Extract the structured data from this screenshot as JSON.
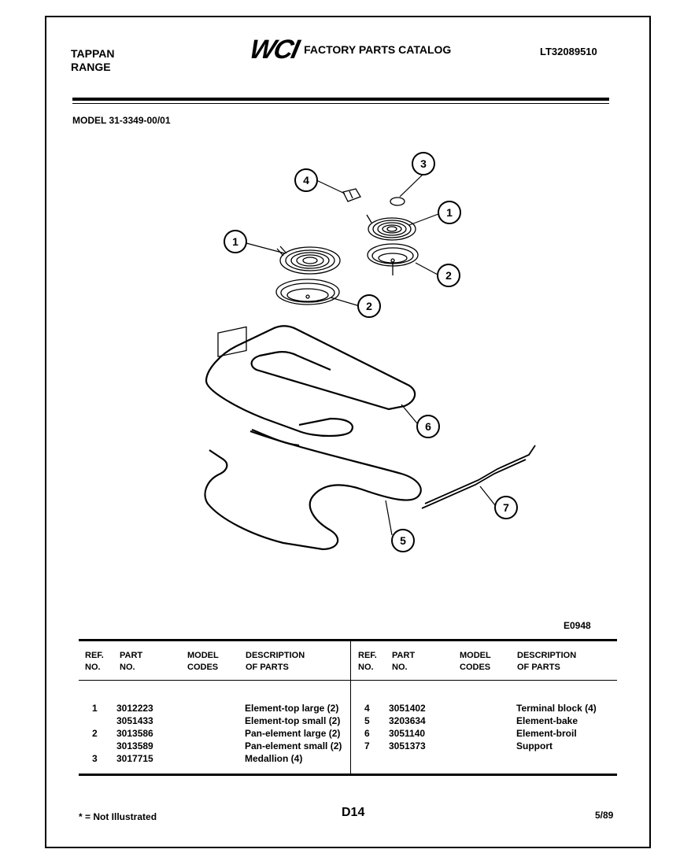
{
  "header": {
    "brand_line1": "TAPPAN",
    "brand_line2": "RANGE",
    "logo_text": "WCI",
    "catalog_title": "FACTORY PARTS CATALOG",
    "catalog_number": "LT32089510",
    "model": "MODEL 31-3349-00/01"
  },
  "diagram": {
    "callouts": [
      "1",
      "1",
      "2",
      "2",
      "3",
      "4",
      "5",
      "6",
      "7"
    ],
    "figure_code": "E0948"
  },
  "table": {
    "headers_left": {
      "ref": [
        "REF.",
        "NO."
      ],
      "part": [
        "PART",
        "NO."
      ],
      "codes": [
        "MODEL",
        "CODES"
      ],
      "desc": [
        "DESCRIPTION",
        "OF PARTS"
      ]
    },
    "headers_right": {
      "ref": [
        "REF.",
        "NO."
      ],
      "part": [
        "PART",
        "NO."
      ],
      "codes": [
        "MODEL",
        "CODES"
      ],
      "desc": [
        "DESCRIPTION",
        "OF PARTS"
      ]
    },
    "rows_left": [
      {
        "ref": "1",
        "part": "3012223",
        "desc": "Element-top large (2)"
      },
      {
        "ref": "",
        "part": "3051433",
        "desc": "Element-top small (2)"
      },
      {
        "ref": "2",
        "part": "3013586",
        "desc": "Pan-element large (2)"
      },
      {
        "ref": "",
        "part": "3013589",
        "desc": "Pan-element small (2)"
      },
      {
        "ref": "3",
        "part": "3017715",
        "desc": "Medallion (4)"
      }
    ],
    "rows_right": [
      {
        "ref": "4",
        "part": "3051402",
        "desc": "Terminal block (4)"
      },
      {
        "ref": "5",
        "part": "3203634",
        "desc": "Element-bake"
      },
      {
        "ref": "6",
        "part": "3051140",
        "desc": "Element-broil"
      },
      {
        "ref": "7",
        "part": "3051373",
        "desc": "Support"
      }
    ]
  },
  "footer": {
    "note": "* = Not Illustrated",
    "page": "D14",
    "date": "5/89"
  }
}
